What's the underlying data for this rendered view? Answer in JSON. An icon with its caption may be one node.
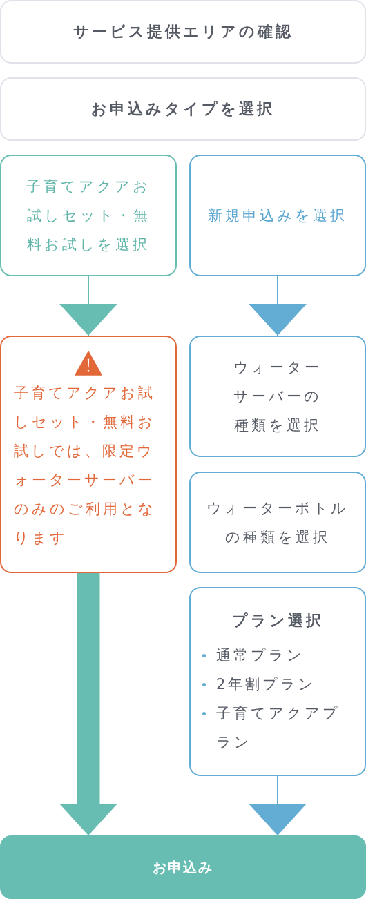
{
  "diagram": {
    "nodes": [
      {
        "text": [
          "サービス提供エリアの確認"
        ]
      },
      {
        "text": [
          "お申込みタイプを選択"
        ]
      },
      {
        "text": [
          "子育てアクアお試しセット・無料お試しを選択"
        ]
      },
      {
        "text": [
          "新規申込みを選択"
        ]
      },
      {
        "text": [
          "子育てアクアお試しセット・無料お試しでは、限定ウォーターサーバーのみのご利用となります"
        ]
      },
      {
        "text": [
          "ウォーターサーバーの種類を選択"
        ]
      },
      {
        "text": [
          "ウォーターボトルの種類を選択"
        ]
      },
      {
        "text": [
          "プラン選択",
          "通常プラン",
          "2年割プラン",
          "子育てアクアプラン"
        ]
      },
      {
        "text": [
          "お申込み"
        ]
      }
    ],
    "edges": [
      {
        "from": 2,
        "to": 4,
        "arrow": "to",
        "color": "#67bdb1"
      },
      {
        "from": 3,
        "to": 5,
        "arrow": "to",
        "color": "#63acd3"
      },
      {
        "from": 4,
        "to": 8,
        "arrow": "to",
        "style": "thick",
        "color": "#67bdb1"
      },
      {
        "from": 7,
        "to": 8,
        "arrow": "to",
        "color": "#63acd3"
      }
    ]
  }
}
